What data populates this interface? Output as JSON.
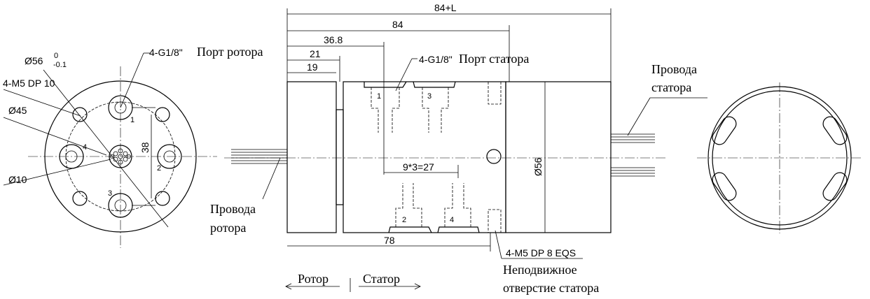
{
  "labels": {
    "dim_84L": "84+L",
    "dim_84": "84",
    "dim_36_8": "36.8",
    "dim_21": "21",
    "dim_19": "19",
    "dim_78": "78",
    "dim_pitch": "9*3=27",
    "dim_d56": "Ø56",
    "dim_38": "38",
    "dia56_main": "Ø56",
    "dia56_sup": "0",
    "dia56_sub": "-0.1",
    "m5dp10": "4-M5 DP 10",
    "d45": "Ø45",
    "d10": "Ø10",
    "rotor_port_code": "4-G1/8\"",
    "rotor_port_text": "Порт ротора",
    "stator_port_code": "4-G1/8\"",
    "stator_port_text": "Порт статора",
    "stator_wires_1": "Провода",
    "stator_wires_2": "статора",
    "rotor_wires_1": "Провода",
    "rotor_wires_2": "ротора",
    "m5dp8": "4-M5 DP 8 EQS",
    "fixed_hole_1": "Неподвижное",
    "fixed_hole_2": "отверстие статора",
    "rotor": "Ротор",
    "stator": "Статор",
    "port_1": "1",
    "port_2": "2",
    "port_3": "3",
    "port_4": "4"
  }
}
